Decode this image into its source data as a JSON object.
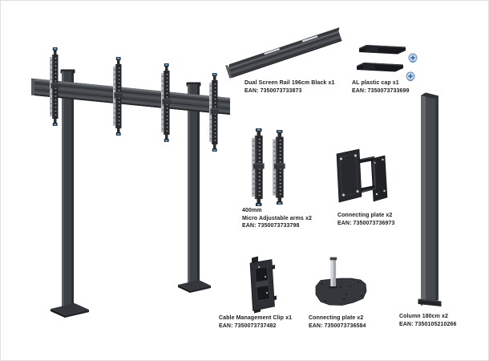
{
  "page": {
    "background": "#ffffff"
  },
  "parts": {
    "rail": {
      "title": "Dual Screen Rail 196cm Black x1",
      "ean": "EAN: 7350073733873"
    },
    "cap": {
      "title": "AL plastic cap x1",
      "ean": "EAN: 7350073733699"
    },
    "arms": {
      "size": "400mm",
      "title": "Micro Adjustable arms x2",
      "ean": "EAN: 7350073733798"
    },
    "connecting_plate_upper": {
      "title": "Connecting plate x2",
      "ean": "EAN: 7350073736973"
    },
    "cable_clip": {
      "title": "Cable Management Clip x1",
      "ean": "EAN: 7350073737482"
    },
    "connecting_plate_lower": {
      "title": "Connecting plate x2",
      "ean": "EAN: 7350073736584"
    },
    "column": {
      "title": "Column 180cm x2",
      "ean": "EAN: 7350105210266"
    }
  },
  "colors": {
    "metal_dark": "#26282a",
    "metal_mid": "#45484c",
    "metal_light": "#b4b8bc",
    "accent_blue": "#6f9fd8",
    "screw_blue": "#c6daf0",
    "pole_silver": "#d6d9dd",
    "text": "#1b1b1b"
  }
}
